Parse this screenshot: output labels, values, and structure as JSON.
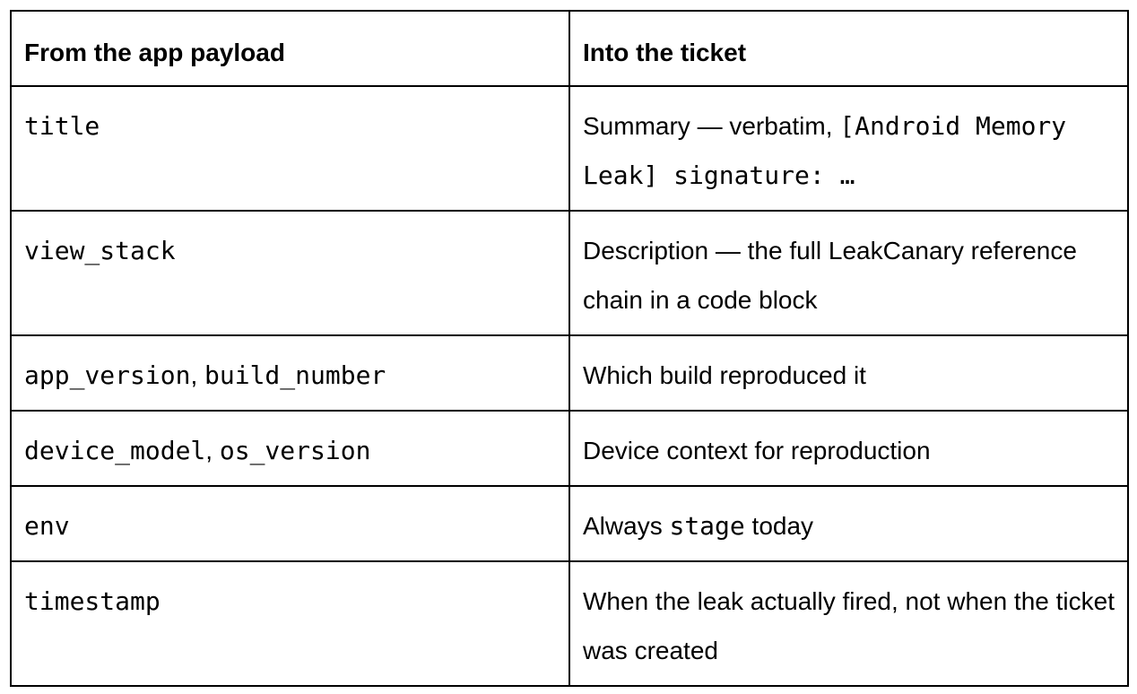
{
  "table": {
    "headers": [
      "From the app payload",
      "Into the ticket"
    ],
    "rows": [
      {
        "field": [
          "title"
        ],
        "desc_before": "Summary — verbatim, ",
        "desc_code": "[Android Memory Leak] signature: …",
        "desc_after": ""
      },
      {
        "field": [
          "view_stack"
        ],
        "desc_before": "Description — the full LeakCanary reference chain in a code block",
        "desc_code": "",
        "desc_after": ""
      },
      {
        "field": [
          "app_version",
          "build_number"
        ],
        "desc_before": "Which build reproduced it",
        "desc_code": "",
        "desc_after": ""
      },
      {
        "field": [
          "device_model",
          "os_version"
        ],
        "desc_before": "Device context for reproduction",
        "desc_code": "",
        "desc_after": ""
      },
      {
        "field": [
          "env"
        ],
        "desc_before": "Always ",
        "desc_code": "stage",
        "desc_after": " today"
      },
      {
        "field": [
          "timestamp"
        ],
        "desc_before": "When the leak actually fired, not when the ticket was created",
        "desc_code": "",
        "desc_after": ""
      }
    ],
    "separator": ", "
  }
}
